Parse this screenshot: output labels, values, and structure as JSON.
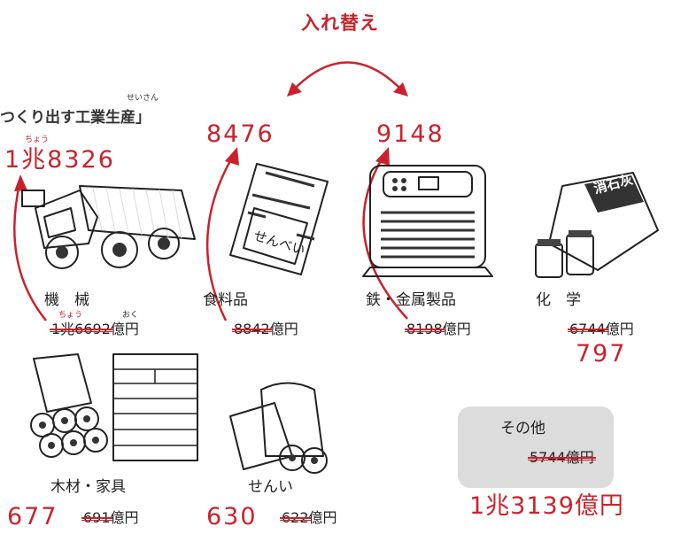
{
  "swap_label": "入れ替え",
  "title": {
    "text": "つくり出す工業生産」",
    "ruby": "せいさん"
  },
  "numbers": {
    "machine_new": "1兆8326",
    "machine_ruby": "ちょう",
    "food_new": "8476",
    "metal_new": "9148"
  },
  "industries": {
    "machine": {
      "label": "機　械",
      "old": "1兆6692",
      "unit": "億円",
      "ruby_cho": "ちょう",
      "ruby_oku": "おく"
    },
    "food": {
      "label": "食料品",
      "old": "8842",
      "unit": "億円"
    },
    "metal": {
      "label": "鉄・金属製品",
      "old": "8198",
      "unit": "億円"
    },
    "chemical": {
      "label": "化　学",
      "old": "6744",
      "unit": "億円",
      "new": "797"
    },
    "wood": {
      "label": "木材・家具",
      "new": "677",
      "old": "691",
      "unit": "億円"
    },
    "textile": {
      "label": "せんい",
      "new": "630",
      "old": "622",
      "unit": "億円"
    },
    "other": {
      "label": "その他",
      "old": "5744億円",
      "new": "1兆3139億円"
    }
  },
  "illustration_text": {
    "senbei": "せんべい",
    "lime": "消石灰"
  },
  "colors": {
    "accent_red": "#c8232c",
    "box_gray": "#dcdcdc"
  }
}
